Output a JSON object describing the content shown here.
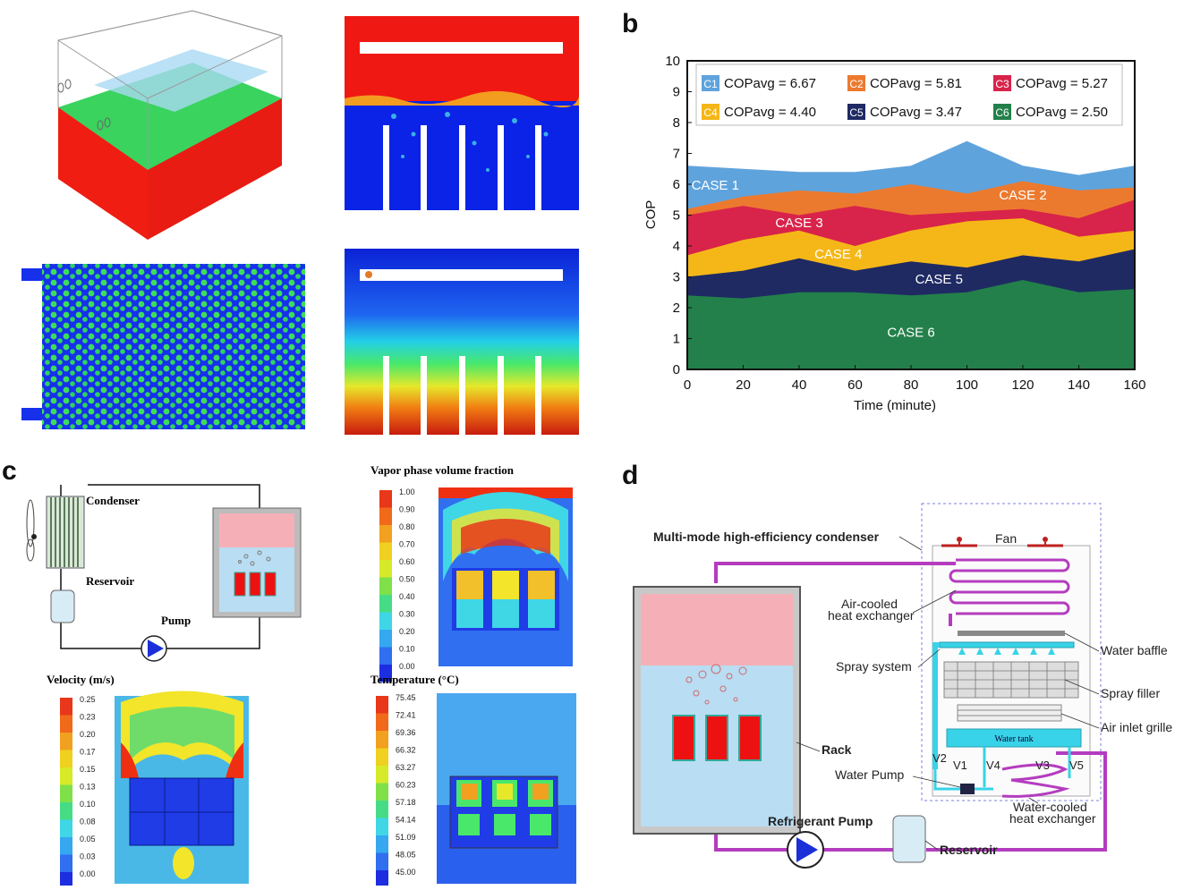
{
  "panels": {
    "b": "b",
    "c": "c",
    "d": "d"
  },
  "chart_data": {
    "type": "area",
    "x": [
      0,
      20,
      40,
      60,
      80,
      100,
      120,
      140,
      160
    ],
    "xlabel": "Time (minute)",
    "ylabel": "COP",
    "xlim": [
      0,
      160
    ],
    "ylim": [
      0,
      10
    ],
    "xticks": [
      "0",
      "20",
      "40",
      "60",
      "80",
      "100",
      "120",
      "140",
      "160"
    ],
    "yticks": [
      "0",
      "1",
      "2",
      "3",
      "4",
      "5",
      "6",
      "7",
      "8",
      "9",
      "10"
    ],
    "legend_position": "top",
    "series": [
      {
        "key": "C1",
        "label": "COPavg = 6.67",
        "case_label": "CASE 1",
        "color": "#5fa3dc",
        "values": [
          6.6,
          6.5,
          6.4,
          6.4,
          6.6,
          7.4,
          6.6,
          6.3,
          6.6
        ]
      },
      {
        "key": "C2",
        "label": "COPavg = 5.81",
        "case_label": "CASE 2",
        "color": "#ec7a2e",
        "values": [
          5.2,
          5.6,
          5.8,
          5.7,
          6.0,
          5.7,
          6.1,
          5.8,
          5.9
        ]
      },
      {
        "key": "C3",
        "label": "COPavg = 5.27",
        "case_label": "CASE 3",
        "color": "#d8234a",
        "values": [
          5.0,
          5.3,
          5.0,
          5.3,
          5.0,
          5.1,
          5.2,
          4.9,
          5.5
        ]
      },
      {
        "key": "C4",
        "label": "COPavg = 4.40",
        "case_label": "CASE 4",
        "color": "#f5b718",
        "values": [
          3.7,
          4.2,
          4.5,
          4.0,
          4.5,
          4.8,
          4.9,
          4.3,
          4.5
        ]
      },
      {
        "key": "C5",
        "label": "COPavg = 3.47",
        "case_label": "CASE 5",
        "color": "#1f2a63",
        "values": [
          3.0,
          3.2,
          3.6,
          3.2,
          3.5,
          3.3,
          3.7,
          3.5,
          3.9
        ]
      },
      {
        "key": "C6",
        "label": "COPavg = 2.50",
        "case_label": "CASE 6",
        "color": "#23804a",
        "values": [
          2.4,
          2.3,
          2.5,
          2.5,
          2.4,
          2.5,
          2.9,
          2.5,
          2.6
        ]
      }
    ]
  },
  "panel_c": {
    "labels": {
      "condenser": "Condenser",
      "reservoir": "Reservoir",
      "pump": "Pump"
    },
    "vapor_title": "Vapor phase volume fraction",
    "vapor_scale": [
      "1.00",
      "0.90",
      "0.80",
      "0.70",
      "0.60",
      "0.50",
      "0.40",
      "0.30",
      "0.20",
      "0.10",
      "0.00"
    ],
    "velocity_title": "Velocity (m/s)",
    "velocity_scale": [
      "0.25",
      "0.23",
      "0.20",
      "0.17",
      "0.15",
      "0.13",
      "0.10",
      "0.08",
      "0.05",
      "0.03",
      "0.00"
    ],
    "temperature_title": "Temperature (°C)",
    "temperature_scale": [
      "75.45",
      "72.41",
      "69.36",
      "66.32",
      "63.27",
      "60.23",
      "57.18",
      "54.14",
      "51.09",
      "48.05",
      "45.00"
    ]
  },
  "panel_d": {
    "title": "Multi-mode high-efficiency condenser",
    "fan": "Fan",
    "air_cooled_1": "Air-cooled",
    "air_cooled_2": "heat exchanger",
    "spray_system": "Spray system",
    "water_baffle": "Water baffle",
    "spray_filler": "Spray filler",
    "air_inlet_grille": "Air inlet grille",
    "water_tank": "Water tank",
    "rack": "Rack",
    "water_pump": "Water Pump",
    "water_cooled_1": "Water-cooled",
    "water_cooled_2": "heat exchanger",
    "refrigerant_pump": "Refrigerant Pump",
    "reservoir": "Reservoir",
    "valves": [
      "V1",
      "V2",
      "V3",
      "V4",
      "V5"
    ]
  },
  "colors": {
    "magenta": "#b43cbf",
    "cyan": "#38d3e8",
    "pink": "#f4b0b6",
    "lightblue": "#b9ddf2"
  }
}
